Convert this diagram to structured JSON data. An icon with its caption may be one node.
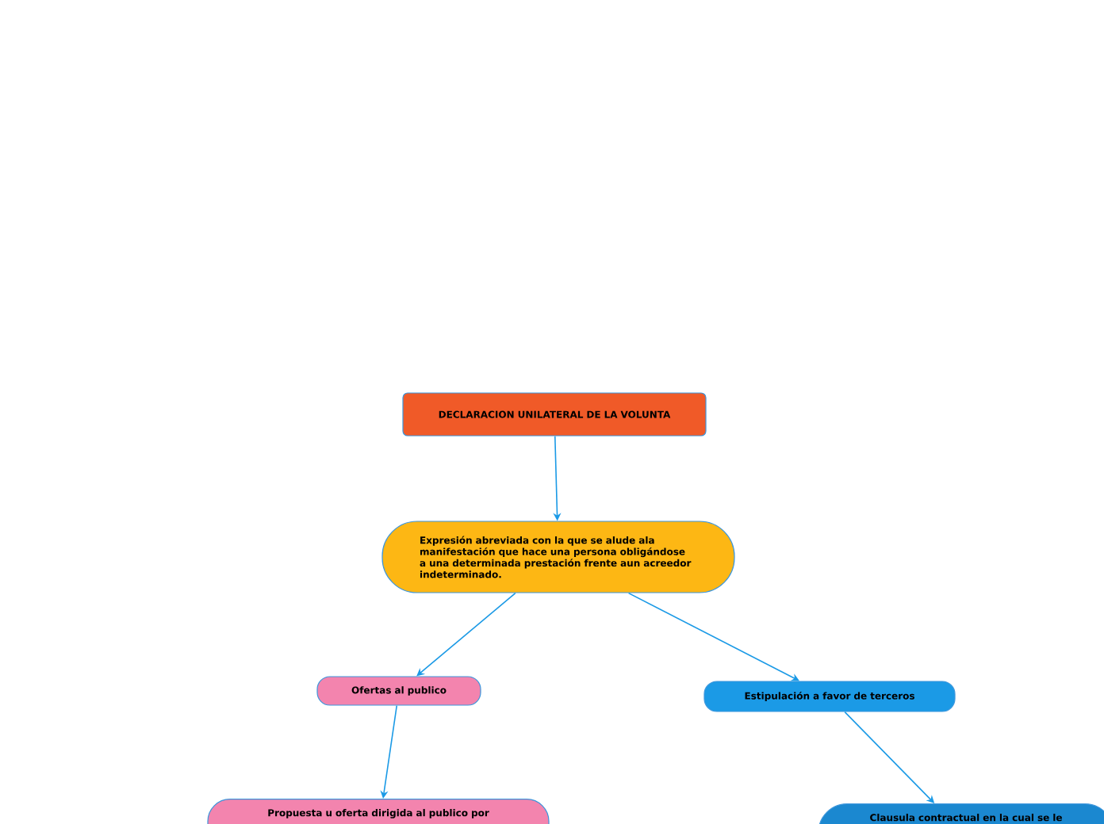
{
  "diagram": {
    "nodes": [
      {
        "text": [
          "DECLARACION UNILATERAL DE LA VOLUNTA"
        ]
      },
      {
        "text": [
          "Expresión abreviada con la que se alude ala manifestación que hace una persona obligándose a una determinada prestación frente aun acreedor indeterminado."
        ]
      },
      {
        "text": [
          "Ofertas al publico"
        ]
      },
      {
        "text": [
          "Estipulación a favor de terceros"
        ]
      },
      {
        "text": [
          "Propuesta u oferta dirigida al publico por"
        ]
      },
      {
        "text": [
          "Clausula contractual en la cual se le"
        ]
      }
    ],
    "edges": [
      {
        "from": 0,
        "to": 1,
        "arrow": "to"
      },
      {
        "from": 1,
        "to": 2,
        "arrow": "to"
      },
      {
        "from": 1,
        "to": 3,
        "arrow": "to"
      },
      {
        "from": 2,
        "to": 4,
        "arrow": "to"
      },
      {
        "from": 3,
        "to": 5,
        "arrow": "to"
      }
    ]
  }
}
